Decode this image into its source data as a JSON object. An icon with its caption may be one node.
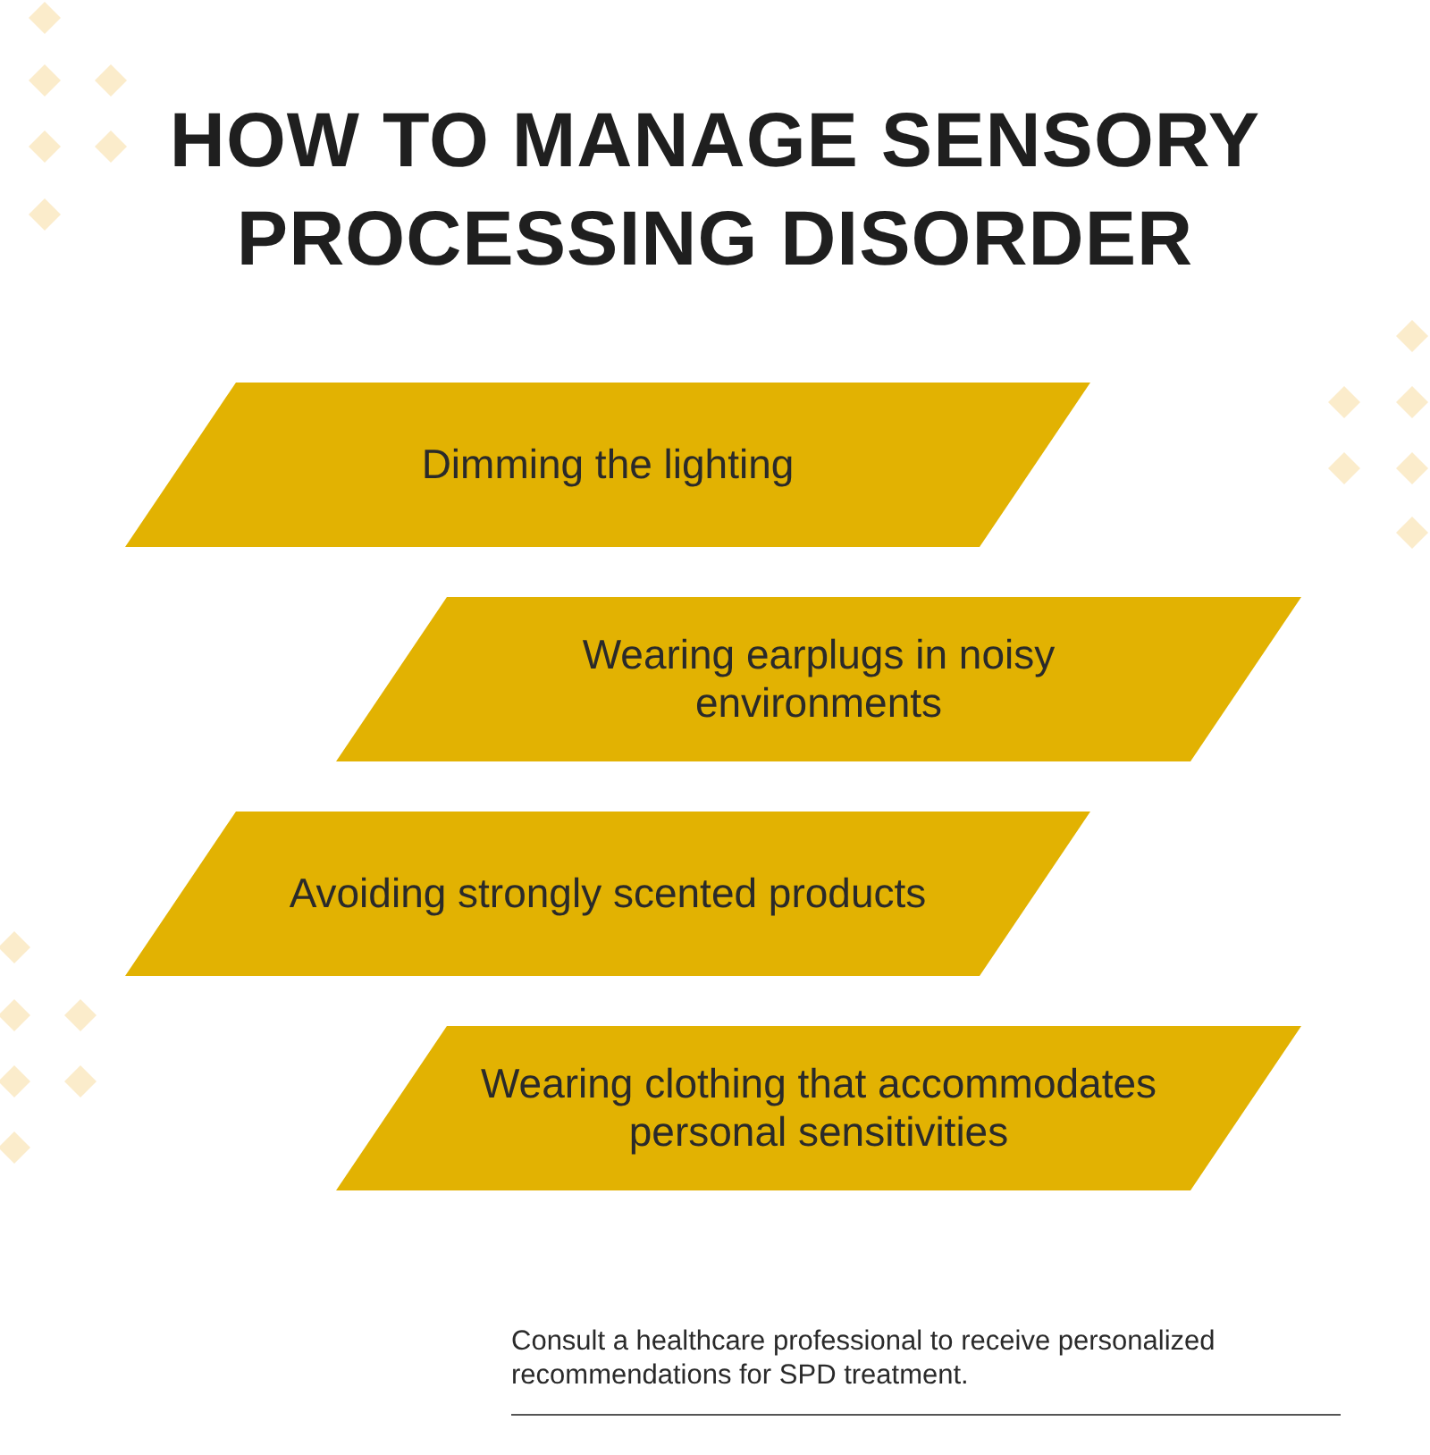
{
  "diagram": {
    "title": "HOW TO MANAGE SENSORY PROCESSING DISORDER",
    "nodes": [
      {
        "text": [
          "Dimming the lighting"
        ]
      },
      {
        "text": [
          "Wearing earplugs in noisy environments"
        ]
      },
      {
        "text": [
          "Avoiding strongly scented products"
        ]
      },
      {
        "text": [
          "Wearing clothing that accommodates personal sensitivities"
        ]
      }
    ],
    "labels": [
      "Consult a healthcare professional to receive personalized recommendations for SPD treatment."
    ]
  }
}
